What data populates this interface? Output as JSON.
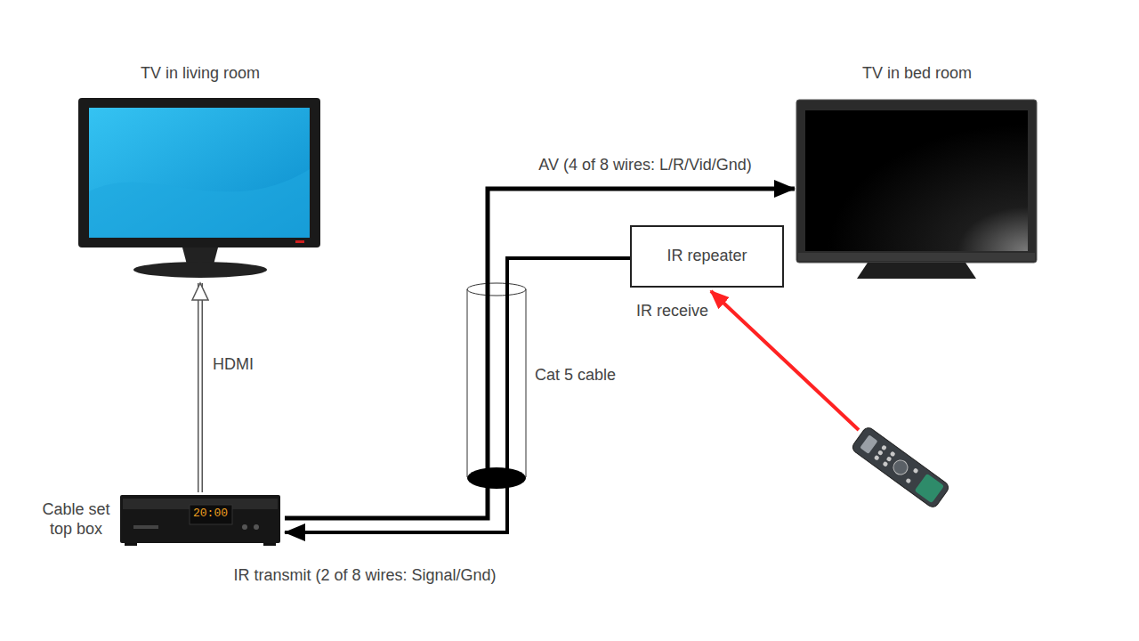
{
  "diagram": {
    "nodes": [
      {
        "text": [
          "TV in living room"
        ]
      },
      {
        "text": [
          "TV in bed room"
        ]
      },
      {
        "text": [
          "IR repeater"
        ]
      },
      {
        "text": [
          "Cable set top box"
        ]
      }
    ],
    "edges": [
      {
        "from": 3,
        "to": 0,
        "label": "HDMI",
        "arrow": "to"
      },
      {
        "from": 3,
        "to": 1,
        "label": "AV (4 of 8 wires: L/R/Vid/Gnd)",
        "arrow": "to"
      },
      {
        "from": 2,
        "to": 3,
        "label": "IR transmit (2 of 8 wires: Signal/Gnd)",
        "arrow": "to"
      }
    ],
    "labels": [
      "IR receive",
      "Cat 5 cable",
      "20:00"
    ]
  }
}
